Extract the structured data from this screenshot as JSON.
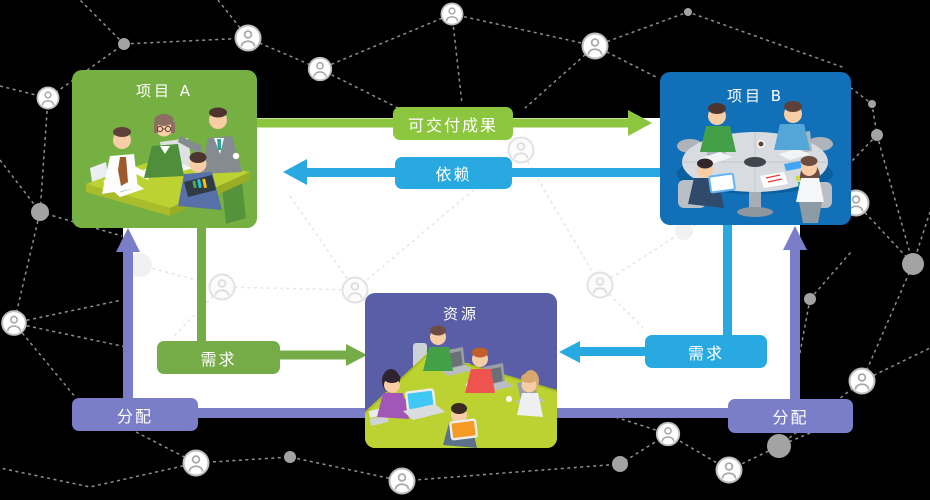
{
  "diagram": {
    "project_a": {
      "title": "项目 A"
    },
    "project_b": {
      "title": "项目 B"
    },
    "resource": {
      "title": "资源"
    },
    "edges": {
      "deliverable": "可交付成果",
      "dependency": "依赖",
      "demand_a": "需求",
      "demand_b": "需求",
      "allocate_a": "分配",
      "allocate_b": "分配"
    }
  },
  "colors": {
    "canvas_bg": "#000000",
    "panel": "#FFFFFF",
    "green_box": "#76B043",
    "green_bright": "#8CC63E",
    "green_mid": "#76AC47",
    "blue_box": "#1170B8",
    "blue_bright": "#29A9E1",
    "purple_box": "#5A5EA6",
    "purple_mid": "#7A7EC8"
  },
  "icons": {
    "avatar_node": "person-in-circle-icon",
    "network_dot": "gray-node-dot",
    "project_a_illustration": "team-meeting-table-illustration",
    "project_b_illustration": "round-table-collaboration-illustration",
    "resource_illustration": "people-at-workstations-illustration"
  }
}
